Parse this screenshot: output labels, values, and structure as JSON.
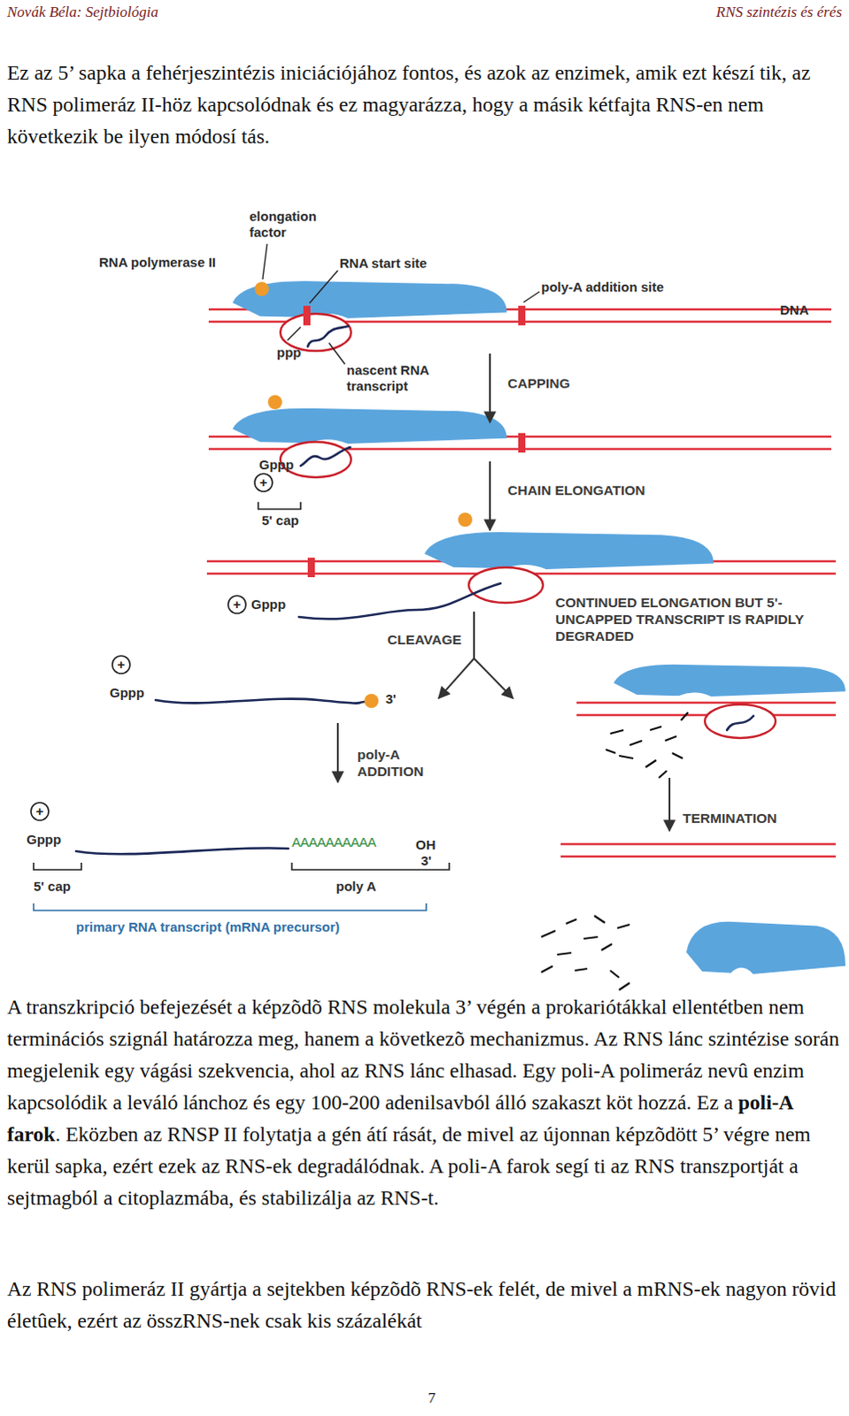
{
  "diagram": {
    "labels": [
      "Novák Béla: Sejtbiológia",
      "RNS szintézis és érés",
      "Ez az 5’ sapka a fehérjeszintézis iniciációjához fontos, és azok az enzimek, amik ezt készí tik, az RNS polimeráz II-höz kapcsolódnak és ez magyarázza, hogy a másik kétfajta RNS-en nem következik be ilyen módosí tás.",
      "elongation factor",
      "RNA polymerase II",
      "RNA start site",
      "poly-A addition site",
      "DNA",
      "ppp",
      "nascent RNA transcript",
      "CAPPING",
      "Gppp",
      "+",
      "5' cap",
      "CHAIN ELONGATION",
      "+",
      "Gppp",
      "CONTINUED ELONGATION BUT 5'-UNCAPPED TRANSCRIPT IS RAPIDLY DEGRADED",
      "CLEAVAGE",
      "+",
      "Gppp",
      "3'",
      "poly-A ADDITION",
      "TERMINATION",
      "+",
      "Gppp",
      "AAAAAAAAAA",
      "OH",
      "3'",
      "5' cap",
      "poly A",
      "primary RNA transcript (mRNA precursor)",
      "A transzkripció befejezését a képzõdõ RNS molekula 3’ végén a prokariótákkal ellentétben nem terminációs szignál határozza meg, hanem a következõ mechanizmus. Az RNS lánc szintézise során megjelenik egy vágási szekvencia, ahol az RNS lánc elhasad. Egy poli-A polimeráz nevû enzim kapcsolódik a leváló lánchoz és egy 100-200 adenilsavból álló szakaszt köt hozzá. Ez a",
      "poli-A farok",
      ". Eközben az RNSP II folytatja a gén átí rását, de mivel az újonnan képzõdött 5’ végre nem kerül sapka, ezért ezek az RNS-ek degradálódnak. A poli-A farok segí ti az RNS transzportját a sejtmagból a citoplazmába, és stabilizálja az RNS-t.",
      "Az RNS polimeráz II gyártja a sejtekben képzõdõ RNS-ek felét, de mivel a mRNS-ek nagyon rövid életûek, ezért az összRNS-nek csak kis százalékát",
      "7"
    ]
  }
}
